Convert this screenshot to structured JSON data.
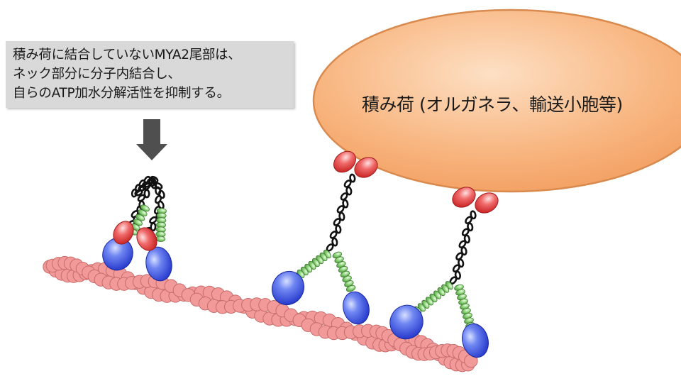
{
  "callout": {
    "lines": [
      "積み荷に結合していないMYA2尾部は、",
      "ネック部分に分子内結合し、",
      "自らのATP加水分解活性を抑制する。"
    ]
  },
  "cargo": {
    "label": "積み荷 (オルガネラ、輸送小胞等)"
  },
  "colors": {
    "callout_bg": "#d9d9d9",
    "cargo_fill": "#f7b37c",
    "cargo_stroke": "#d98a4e",
    "actin_bead": "#f29a9a",
    "actin_stroke": "#c86a6a",
    "motor_head": "#4d66e6",
    "tail_bead": "#e84848",
    "neck_bead": "#7ec46a",
    "coil": "#111111",
    "arrow": "#4f4f4f"
  },
  "icons": {
    "pointer": "down-arrow-icon"
  }
}
